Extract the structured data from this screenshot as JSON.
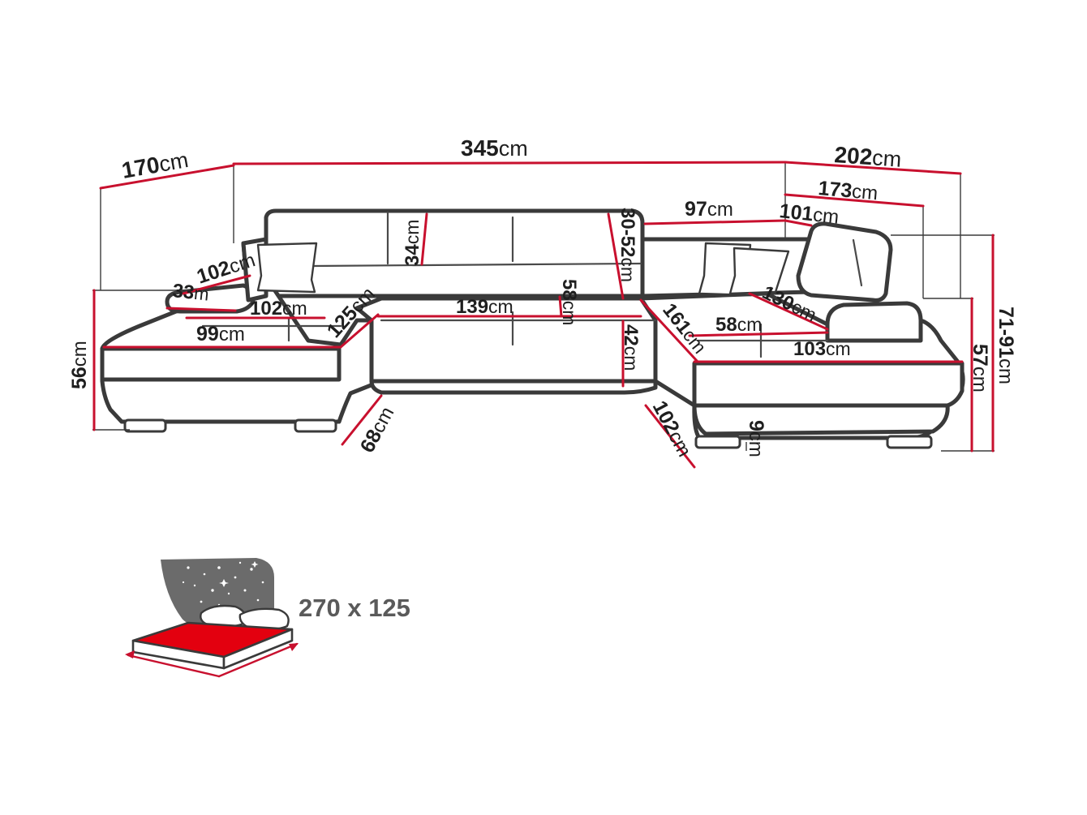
{
  "unit": "cm",
  "dimensions": [
    {
      "id": "total-width",
      "value": "345"
    },
    {
      "id": "left-depth",
      "value": "170"
    },
    {
      "id": "right-depth",
      "value": "202"
    },
    {
      "id": "right-inner-depth",
      "value": "173"
    },
    {
      "id": "right-back-width",
      "value": "97"
    },
    {
      "id": "right-headrest-width",
      "value": "101"
    },
    {
      "id": "left-armrest-length",
      "value": "102"
    },
    {
      "id": "armrest-width",
      "value": "33"
    },
    {
      "id": "left-seat-depth",
      "value": "102"
    },
    {
      "id": "left-seat-width",
      "value": "99"
    },
    {
      "id": "left-chaise-width",
      "value": "125"
    },
    {
      "id": "middle-backrest-height",
      "value": "34"
    },
    {
      "id": "middle-seat-width",
      "value": "139"
    },
    {
      "id": "middle-seat-depth",
      "value": "58"
    },
    {
      "id": "headrest-height",
      "value": "30-52"
    },
    {
      "id": "seat-height",
      "value": "42"
    },
    {
      "id": "right-chaise-length",
      "value": "161"
    },
    {
      "id": "right-seat-depth",
      "value": "58"
    },
    {
      "id": "right-chaise-inner",
      "value": "130"
    },
    {
      "id": "right-seat-width",
      "value": "103"
    },
    {
      "id": "left-height",
      "value": "56"
    },
    {
      "id": "right-height",
      "value": "57"
    },
    {
      "id": "total-height",
      "value": "71-91"
    },
    {
      "id": "left-front-depth",
      "value": "68"
    },
    {
      "id": "right-front-depth",
      "value": "102"
    },
    {
      "id": "leg-height",
      "value": "9"
    }
  ],
  "bed": {
    "size_label": "270 x 125"
  },
  "colors": {
    "dimension_line": "#c8102e",
    "outline": "#3a3a3a",
    "mattress": "#e3000f",
    "night_sky": "#6b6b6b"
  }
}
